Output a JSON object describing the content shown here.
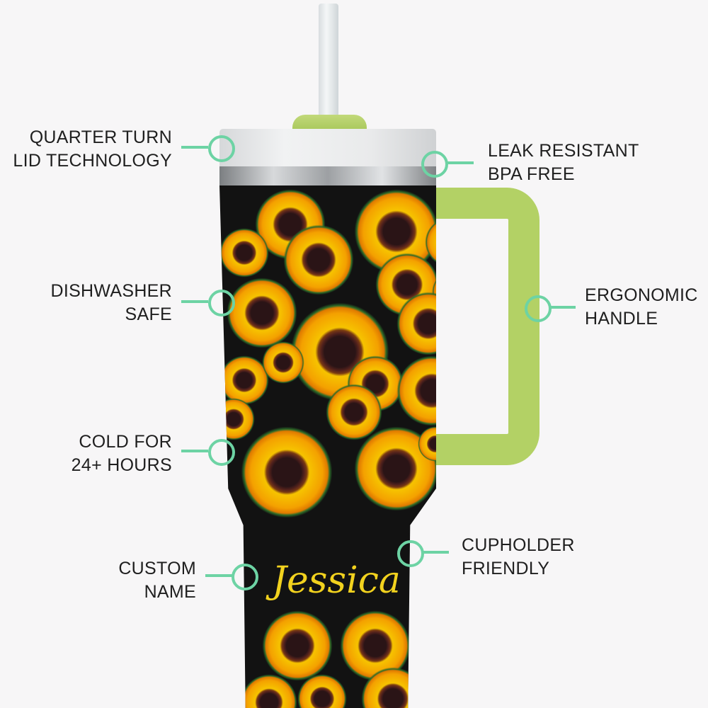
{
  "product": {
    "personalized_name": "Jessica",
    "colors": {
      "accent": "#6dd3a4",
      "handle": "#b3d165",
      "body": "#121212",
      "name_text": "#f2d21e"
    }
  },
  "callouts": [
    {
      "line1": "QUARTER TURN",
      "line2": "LID TECHNOLOGY"
    },
    {
      "line1": "LEAK RESISTANT",
      "line2": "BPA FREE"
    },
    {
      "line1": "DISHWASHER",
      "line2": "SAFE"
    },
    {
      "line1": "ERGONOMIC",
      "line2": "HANDLE"
    },
    {
      "line1": "COLD FOR",
      "line2": "24+ HOURS"
    },
    {
      "line1": "CUPHOLDER",
      "line2": "FRIENDLY"
    },
    {
      "line1": "CUSTOM",
      "line2": "NAME"
    }
  ]
}
